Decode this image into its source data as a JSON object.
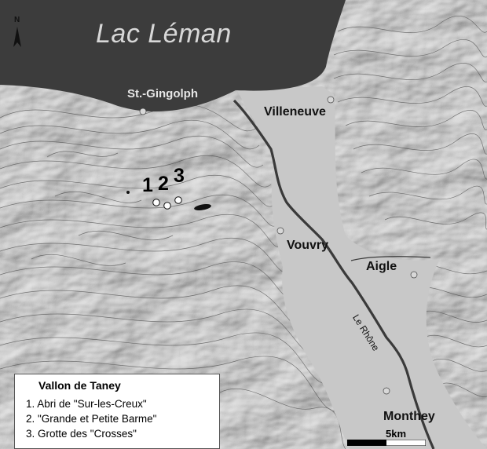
{
  "map": {
    "lake_name": "Lac Léman",
    "north_label": "N",
    "places": {
      "st_gingolph": "St.-Gingolph",
      "villeneuve": "Villeneuve",
      "vouvry": "Vouvry",
      "aigle": "Aigle",
      "monthey": "Monthey"
    },
    "river_name": "Le Rhône",
    "site_numbers": [
      "1",
      "2",
      "3"
    ],
    "scale_label": "5km"
  },
  "legend": {
    "title": "Vallon de Taney",
    "items": [
      "1. Abri de \"Sur-les-Creux\"",
      "2. \"Grande et Petite Barme\"",
      "3. Grotte des \"Crosses\""
    ]
  },
  "colors": {
    "lake": "#3c3c3c",
    "valley": "#c8c8c8",
    "relief_light": "#e4e4e4",
    "relief_dark": "#7a7a7a",
    "contour": "#4a4a4a",
    "border": "#3a3a3a"
  }
}
